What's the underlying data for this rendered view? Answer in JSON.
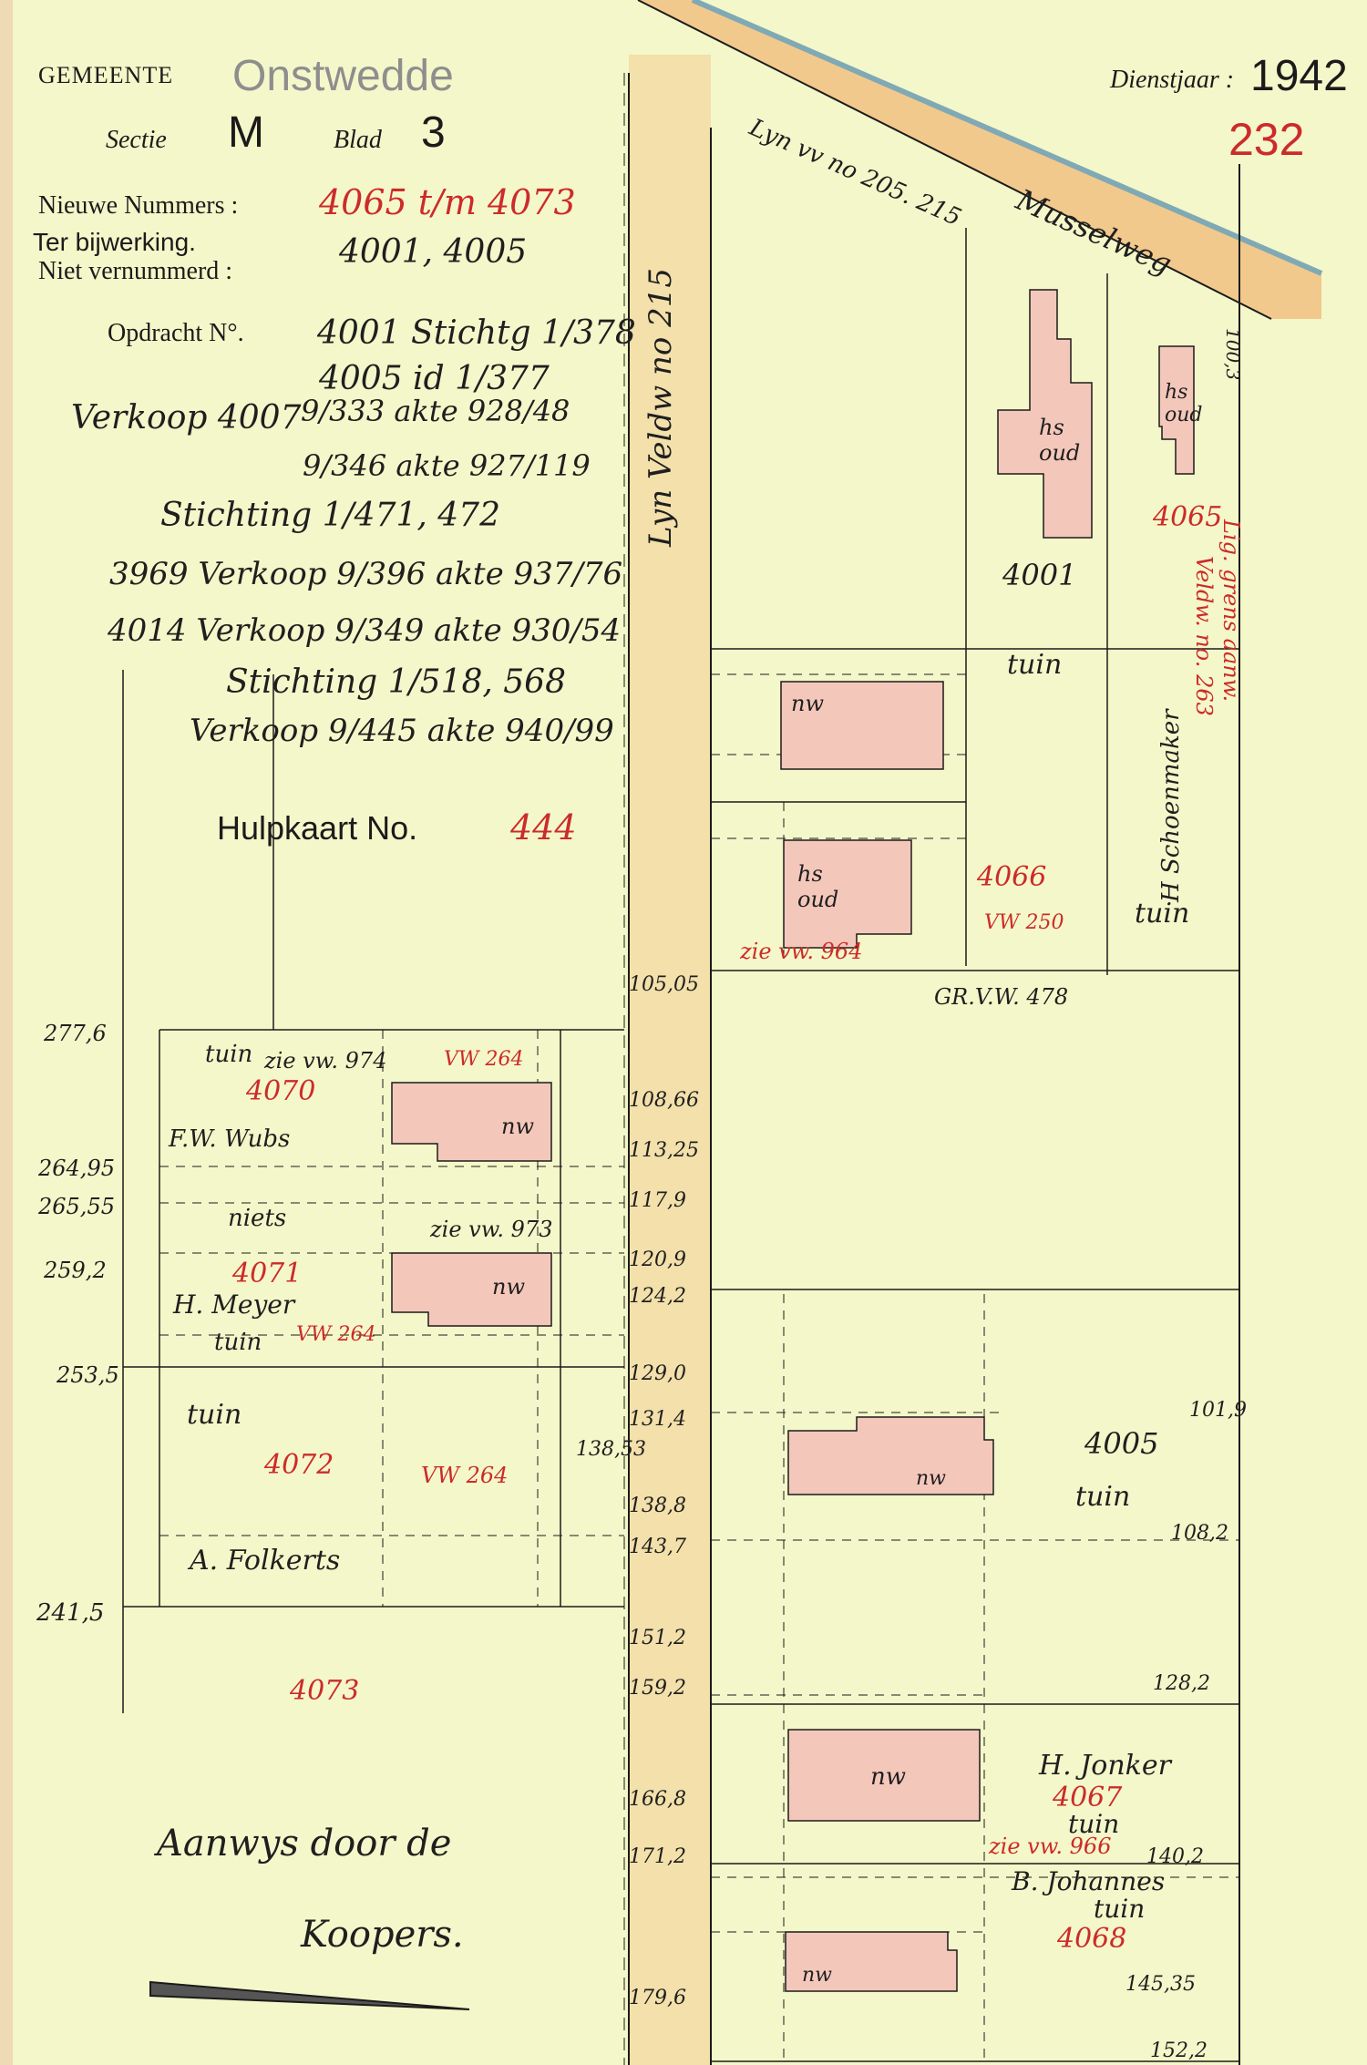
{
  "header": {
    "gemeente_label": "GEMEENTE",
    "gemeente_value": "Onstwedde",
    "sectie_label": "Sectie",
    "sectie_value": "M",
    "blad_label": "Blad",
    "blad_value": "3",
    "dienstjaar_label": "Dienstjaar :",
    "dienstjaar_value": "1942",
    "sheet_number": "232",
    "nieuwe_nummers_label": "Nieuwe Nummers :",
    "nieuwe_nummers_value": "4065 t/m 4073",
    "ter_bijwerking_label": "Ter bijwerking.",
    "niet_vernummerd_label": "Niet vernummerd :",
    "niet_vernummerd_value": "4001, 4005",
    "opdracht_label": "Opdracht N°.",
    "hulpkaart_label": "Hulpkaart No.",
    "hulpkaart_value": "444"
  },
  "notes": [
    "4001 Stichtg 1/378",
    "4005 id 1/377",
    "Verkoop 4007",
    "9/333 akte 928/48",
    "9/346 akte 927/119",
    "Stichting 1/471, 472",
    "3969 Verkoop 9/396 akte 937/76",
    "4014 Verkoop 9/349 akte 930/54",
    "Stichting 1/518, 568",
    "Verkoop 9/445 akte 940/99"
  ],
  "roads": {
    "lyn_vv_top": "Lyn vv no 205. 215",
    "musselweg": "Musselweg",
    "lyn_veldw": "Lyn Veldw no 215"
  },
  "parcels": {
    "p4001": "4001",
    "p4005": "4005",
    "p4065": "4065",
    "p4066": "4066",
    "p4067": "4067",
    "p4068": "4068",
    "p4070": "4070",
    "p4071": "4071",
    "p4072": "4072",
    "p4073": "4073"
  },
  "owners": {
    "schoenmaker": "H Schoenmaker",
    "wubs": "F.W. Wubs",
    "meyer": "H. Meyer",
    "folkerts": "A. Folkerts",
    "jonker": "H. Jonker",
    "johannes": "B. Johannes"
  },
  "building_labels": {
    "hs_oud": "hs oud",
    "nw": "nw",
    "tuin": "tuin",
    "niets": "niets"
  },
  "references": {
    "zie_vw_964": "zie vw. 964",
    "vw_250": "VW 250",
    "zie_vw_974": "zie vw. 974",
    "vw_264": "VW 264",
    "zie_vw_973": "zie vw. 973",
    "zie_vw_966": "zie vw. 966",
    "gr_vw_478": "GR.V.W. 478",
    "veldw_263": "Veldw. no. 263",
    "lig_grens": "Lig. grens aanw."
  },
  "left_measures": [
    "277,6",
    "264,95",
    "265,55",
    "259,2",
    "253,5",
    "241,5"
  ],
  "road_measures": [
    "105,05",
    "108,66",
    "113,25",
    "117,9",
    "120,9",
    "124,2",
    "129,0",
    "131,4",
    "138,53",
    "138,8",
    "143,7",
    "151,2",
    "159,2",
    "166,8",
    "171,2",
    "179,6"
  ],
  "right_measures": [
    "100,3",
    "101,9",
    "108,2",
    "128,2",
    "140,2",
    "145,35",
    "152,2"
  ],
  "footer": {
    "signature_line1": "Aanwys door de",
    "signature_line2": "Koopers."
  },
  "colors": {
    "paper": "#f4f7c9",
    "road_fill": "#f2c98c",
    "building_fill": "#f4c7bb",
    "ink": "#1b1b1b",
    "red_ink": "#cc2b2b",
    "blue_ink": "#3d5fa8"
  }
}
